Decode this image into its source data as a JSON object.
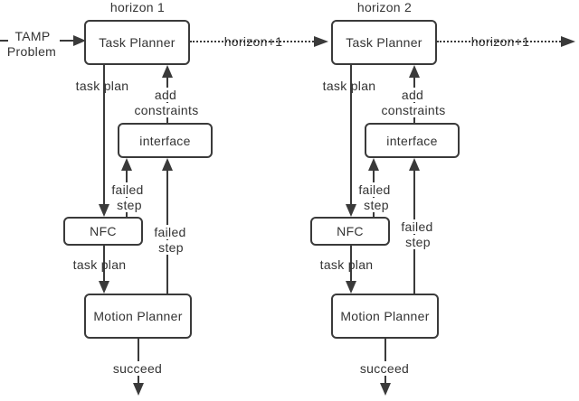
{
  "diagram": {
    "input_label": {
      "line1": "TAMP",
      "line2": "Problem"
    },
    "columns": [
      {
        "horizon_label": "horizon 1",
        "task_planner_label": "Task Planner",
        "next_horizon_label": "horizon+1",
        "task_plan_upper_label": "task plan",
        "add_constraints_line1": "add",
        "add_constraints_line2": "constraints",
        "interface_label": "interface",
        "failed_step_left_line1": "failed",
        "failed_step_left_line2": "step",
        "failed_step_right_line1": "failed",
        "failed_step_right_line2": "step",
        "nfc_label": "NFC",
        "task_plan_lower_label": "task plan",
        "motion_planner_label": "Motion Planner",
        "succeed_label": "succeed"
      },
      {
        "horizon_label": "horizon 2",
        "task_planner_label": "Task Planner",
        "next_horizon_label": "horizon+1",
        "task_plan_upper_label": "task plan",
        "add_constraints_line1": "add",
        "add_constraints_line2": "constraints",
        "interface_label": "interface",
        "failed_step_left_line1": "failed",
        "failed_step_left_line2": "step",
        "failed_step_right_line1": "failed",
        "failed_step_right_line2": "step",
        "nfc_label": "NFC",
        "task_plan_lower_label": "task plan",
        "motion_planner_label": "Motion Planner",
        "succeed_label": "succeed"
      }
    ],
    "colors": {
      "line": "#3a3a3a",
      "text": "#333333",
      "background": "#ffffff"
    }
  }
}
